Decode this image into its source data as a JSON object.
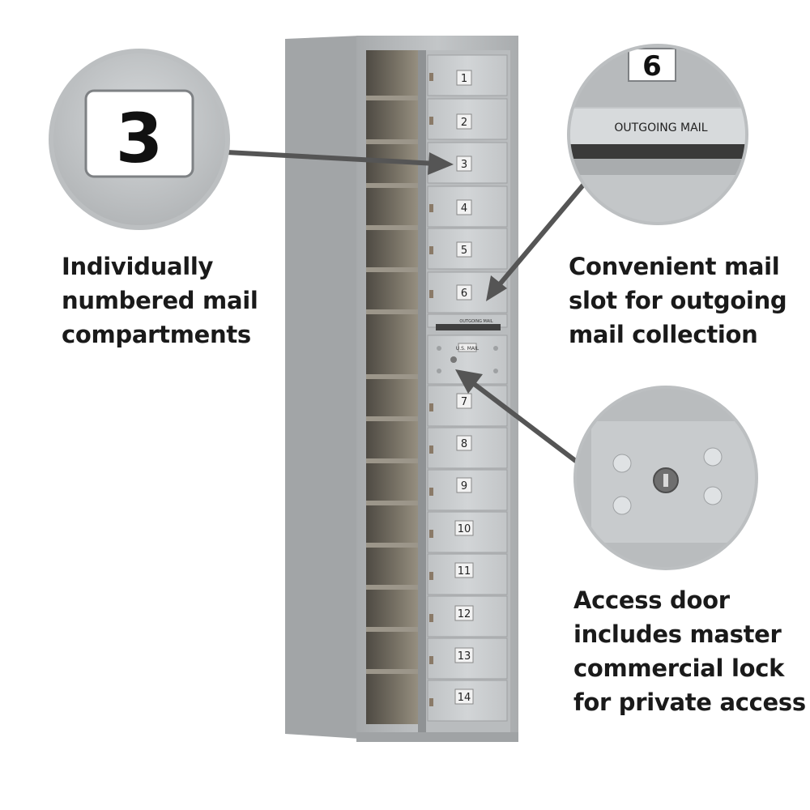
{
  "captions": {
    "numbered": "Individually\nnumbered mail\ncompartments",
    "slot": "Convenient mail\nslot for outgoing\nmail collection",
    "access": "Access door\nincludes master\ncommercial lock\nfor private access"
  },
  "callouts": {
    "number_tag": "3",
    "slot_number": "6",
    "slot_label": "OUTGOING MAIL"
  },
  "mailbox": {
    "doors_upper": [
      "1",
      "2",
      "3",
      "4",
      "5",
      "6"
    ],
    "doors_lower": [
      "7",
      "8",
      "9",
      "10",
      "11",
      "12",
      "13",
      "14"
    ],
    "slot_label": "OUTGOING MAIL",
    "access_plate": "U.S. MAIL"
  },
  "colors": {
    "cabinet": "#b4b7b9",
    "door": "#c9ccce",
    "interior": "#6a655c",
    "text": "#1a1a1a"
  }
}
